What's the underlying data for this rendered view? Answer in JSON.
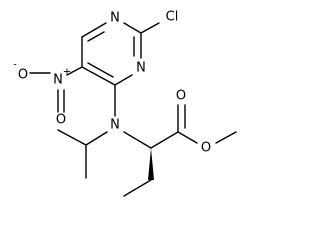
{
  "molecule": {
    "atoms": {
      "cl": "Cl",
      "n_ring_top": "N",
      "n_ring_mid": "N",
      "n_amine": "N",
      "n_nitro": "N",
      "n_nitro_plus": "+",
      "o_nitro_left": "O",
      "o_nitro_minus": "-",
      "o_nitro_bottom": "O",
      "o_carbonyl": "O",
      "o_ester": "O"
    }
  }
}
